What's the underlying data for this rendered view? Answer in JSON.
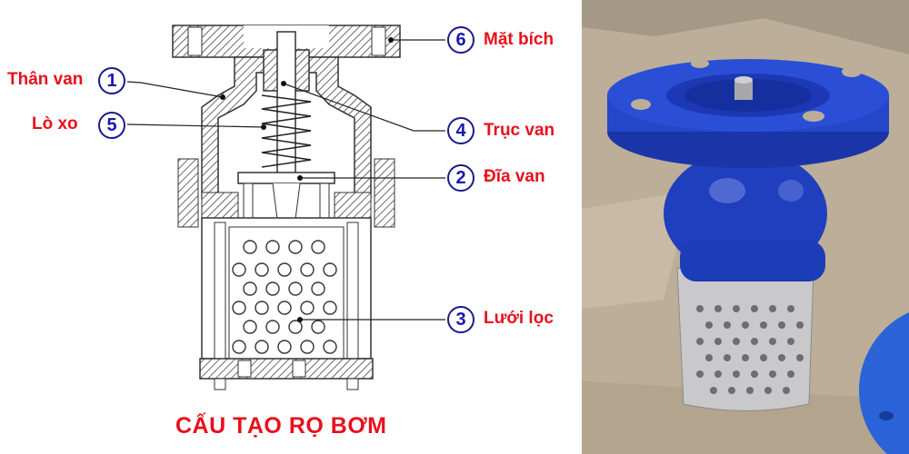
{
  "diagram": {
    "title": "CẤU TẠO RỌ BƠM",
    "parts": [
      {
        "number": "1",
        "label": "Thân van"
      },
      {
        "number": "5",
        "label": "Lò xo"
      },
      {
        "number": "6",
        "label": "Mặt bích"
      },
      {
        "number": "4",
        "label": "Trục van"
      },
      {
        "number": "2",
        "label": "Đĩa van"
      },
      {
        "number": "3",
        "label": "Lưới lọc"
      }
    ],
    "colors": {
      "label": "#e8101c",
      "badge": "#1818b0",
      "line": "#222222"
    }
  },
  "photo": {
    "subject": "foot-valve-photo",
    "colors": {
      "body": "#1f3fbf",
      "strainer": "#c8c8cc",
      "background": "#b9a994"
    }
  }
}
